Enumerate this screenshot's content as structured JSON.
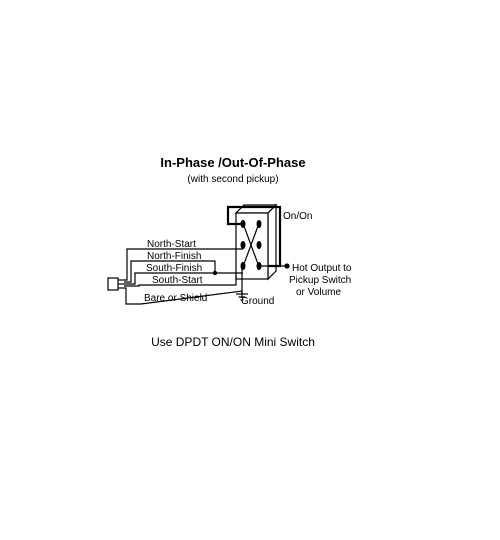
{
  "title": "In-Phase /Out-Of-Phase",
  "subtitle": "(with second pickup)",
  "switch_label": "On/On",
  "wires": {
    "north_start": "North-Start",
    "north_finish": "North-Finish",
    "south_finish": "South-Finish",
    "south_start": "South-Start",
    "bare": "Bare or Shield"
  },
  "output": {
    "line1": "Hot Output to",
    "line2": "Pickup Switch",
    "line3": "or Volume"
  },
  "ground_label": "Ground",
  "footer": "Use DPDT ON/ON Mini Switch"
}
